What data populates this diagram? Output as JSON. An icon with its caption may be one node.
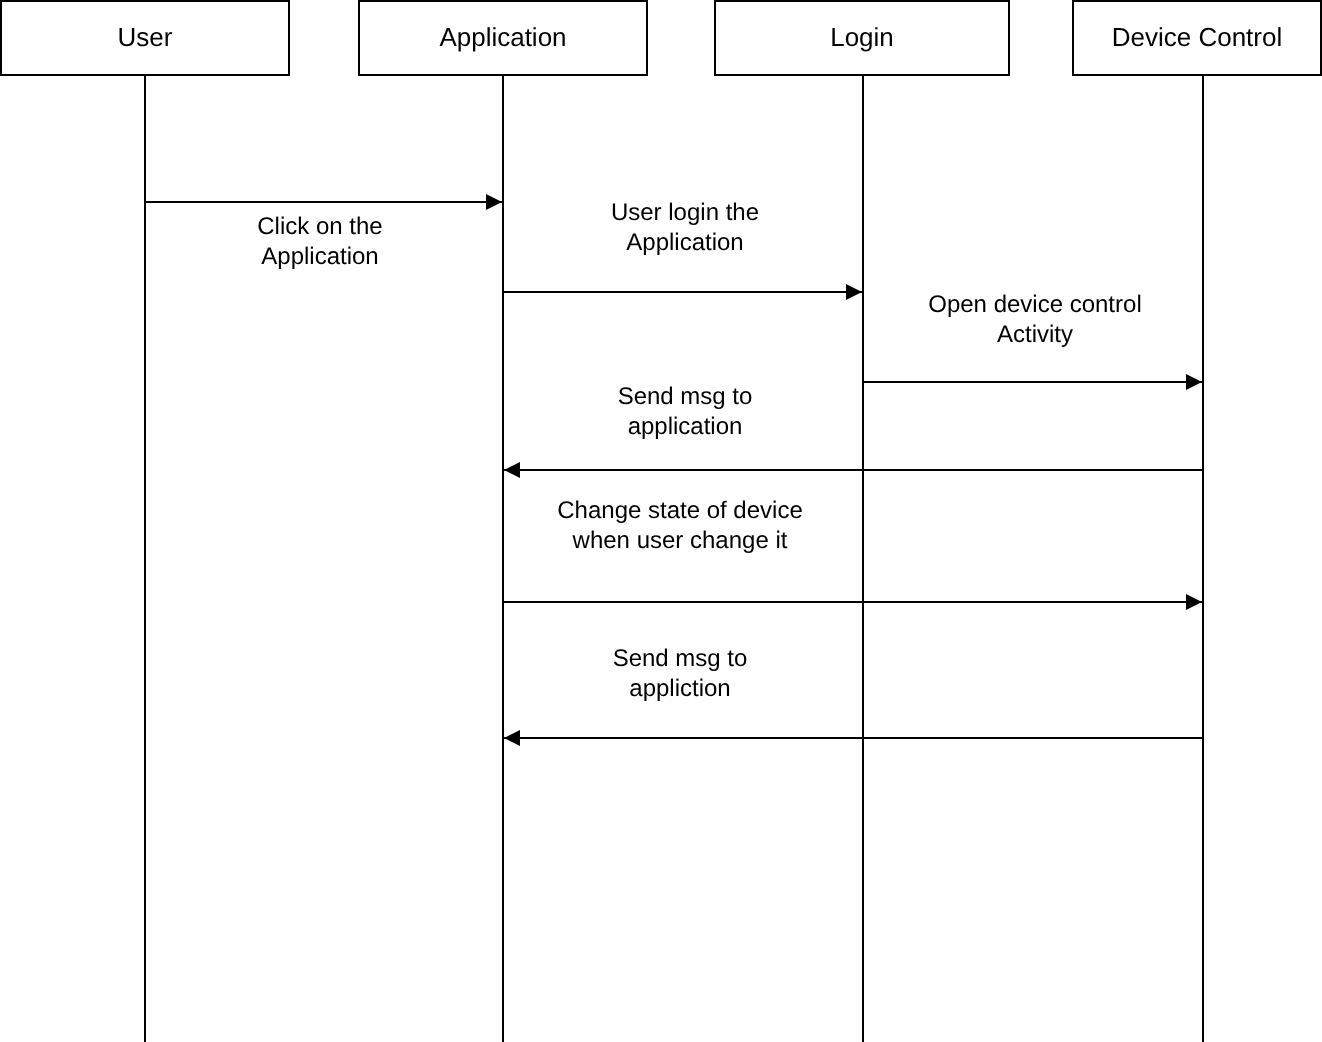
{
  "diagram": {
    "nodes": [
      {
        "text": [
          "User"
        ]
      },
      {
        "text": [
          "Application"
        ]
      },
      {
        "text": [
          "Login"
        ]
      },
      {
        "text": [
          "Device Control"
        ]
      },
      {
        "text": [],
        "shape": "line"
      },
      {
        "text": [],
        "shape": "line"
      },
      {
        "text": [],
        "shape": "line"
      },
      {
        "text": [],
        "shape": "line"
      }
    ],
    "edges": [
      {
        "from": 4,
        "to": 5,
        "arrow": "to",
        "label": "Click on the Application"
      },
      {
        "from": 5,
        "to": 6,
        "arrow": "to",
        "label": "User login the Application"
      },
      {
        "from": 6,
        "to": 7,
        "arrow": "to",
        "label": "Open device control Activity"
      },
      {
        "from": 7,
        "to": 5,
        "arrow": "to",
        "label": "Send msg to application"
      },
      {
        "from": 5,
        "to": 7,
        "arrow": "to",
        "label": "Change state of device when user change it"
      },
      {
        "from": 7,
        "to": 5,
        "arrow": "to",
        "label": "Send msg to appliction"
      }
    ]
  }
}
